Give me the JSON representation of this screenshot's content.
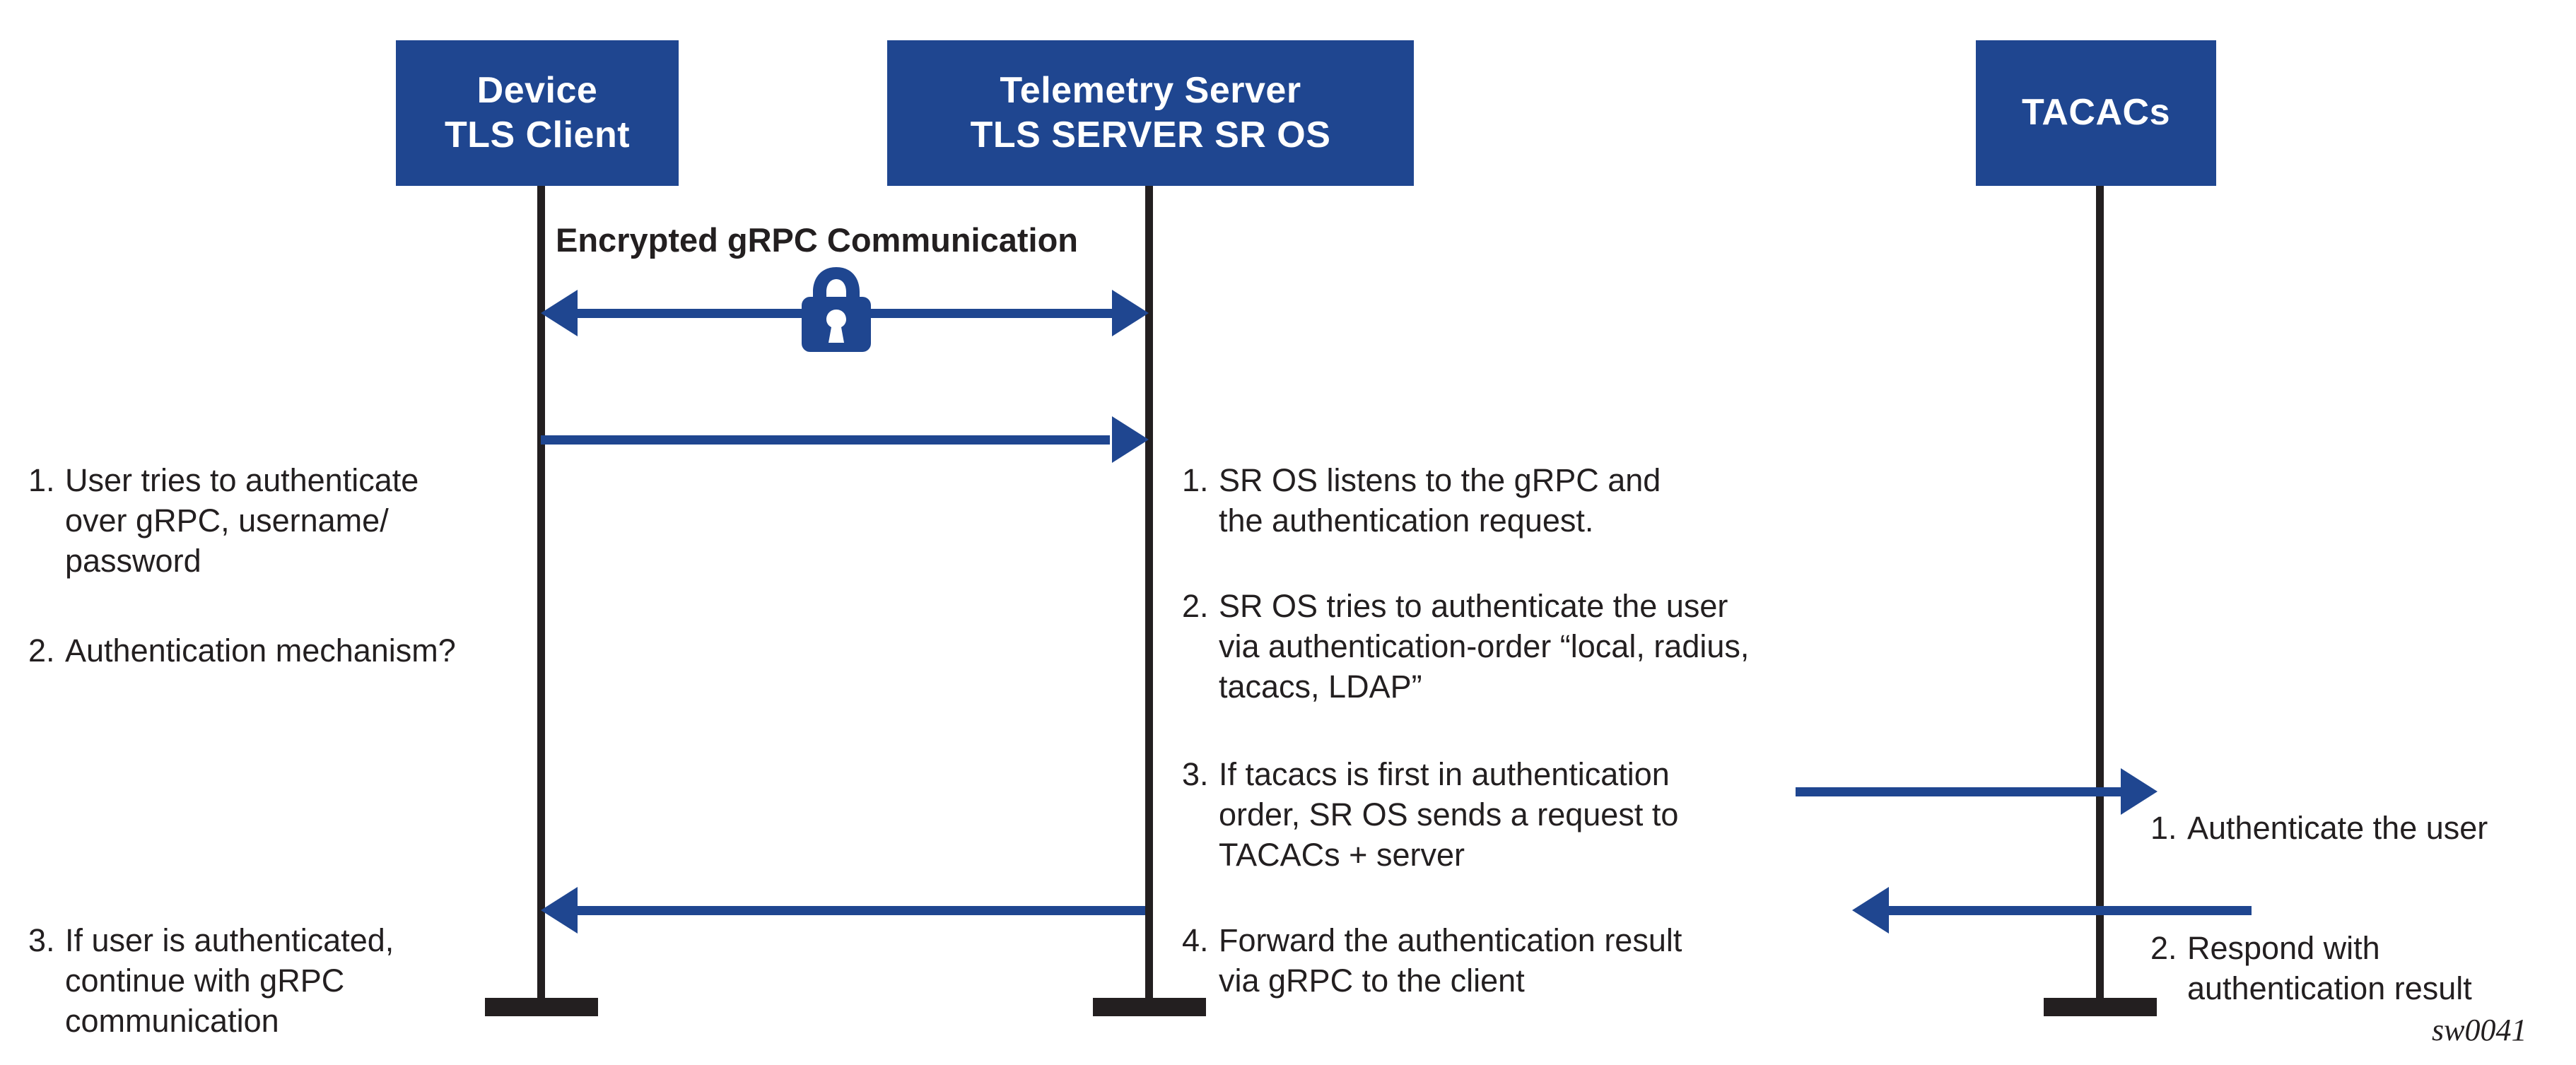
{
  "diagram": {
    "title_watermark": "sw0041",
    "colors": {
      "accent_blue": "#1f4690",
      "text_black": "#231f20",
      "background": "#ffffff"
    },
    "actors": [
      {
        "id": "device",
        "line1": "Device",
        "line2": "TLS Client"
      },
      {
        "id": "telemetry",
        "line1": "Telemetry Server",
        "line2": "TLS SERVER SR OS"
      },
      {
        "id": "tacacs",
        "line1": "TACACs",
        "line2": ""
      }
    ],
    "channel_label": "Encrypted gRPC Communication",
    "lock_icon_name": "padlock-icon",
    "notes": {
      "left": [
        {
          "num": "1.",
          "text": "User tries to authenticate\nover gRPC, username/\npassword"
        },
        {
          "num": "2.",
          "text": "Authentication mechanism?"
        },
        {
          "num": "3.",
          "text": "If user is authenticated,\ncontinue with gRPC\ncommunication"
        }
      ],
      "middle": [
        {
          "num": "1.",
          "text": "SR OS listens to the gRPC and\nthe authentication request."
        },
        {
          "num": "2.",
          "text": "SR OS tries to authenticate the user\nvia authentication-order “local, radius,\ntacacs, LDAP”"
        },
        {
          "num": "3.",
          "text": "If tacacs is first in authentication\norder, SR OS sends a request to\nTACACs + server"
        },
        {
          "num": "4.",
          "text": "Forward the authentication result\nvia gRPC to the client"
        }
      ],
      "right": [
        {
          "num": "1.",
          "text": "Authenticate the user"
        },
        {
          "num": "2.",
          "text": "Respond with\nauthentication result"
        }
      ]
    },
    "arrows": [
      {
        "id": "encrypted-channel",
        "direction": "both",
        "from": "device",
        "to": "telemetry"
      },
      {
        "id": "auth-request",
        "direction": "right",
        "from": "device",
        "to": "telemetry"
      },
      {
        "id": "tacacs-request",
        "direction": "right",
        "from": "telemetry",
        "to": "tacacs"
      },
      {
        "id": "tacacs-response",
        "direction": "left",
        "from": "tacacs",
        "to": "telemetry"
      },
      {
        "id": "auth-result-forward",
        "direction": "left",
        "from": "telemetry",
        "to": "device"
      }
    ]
  }
}
